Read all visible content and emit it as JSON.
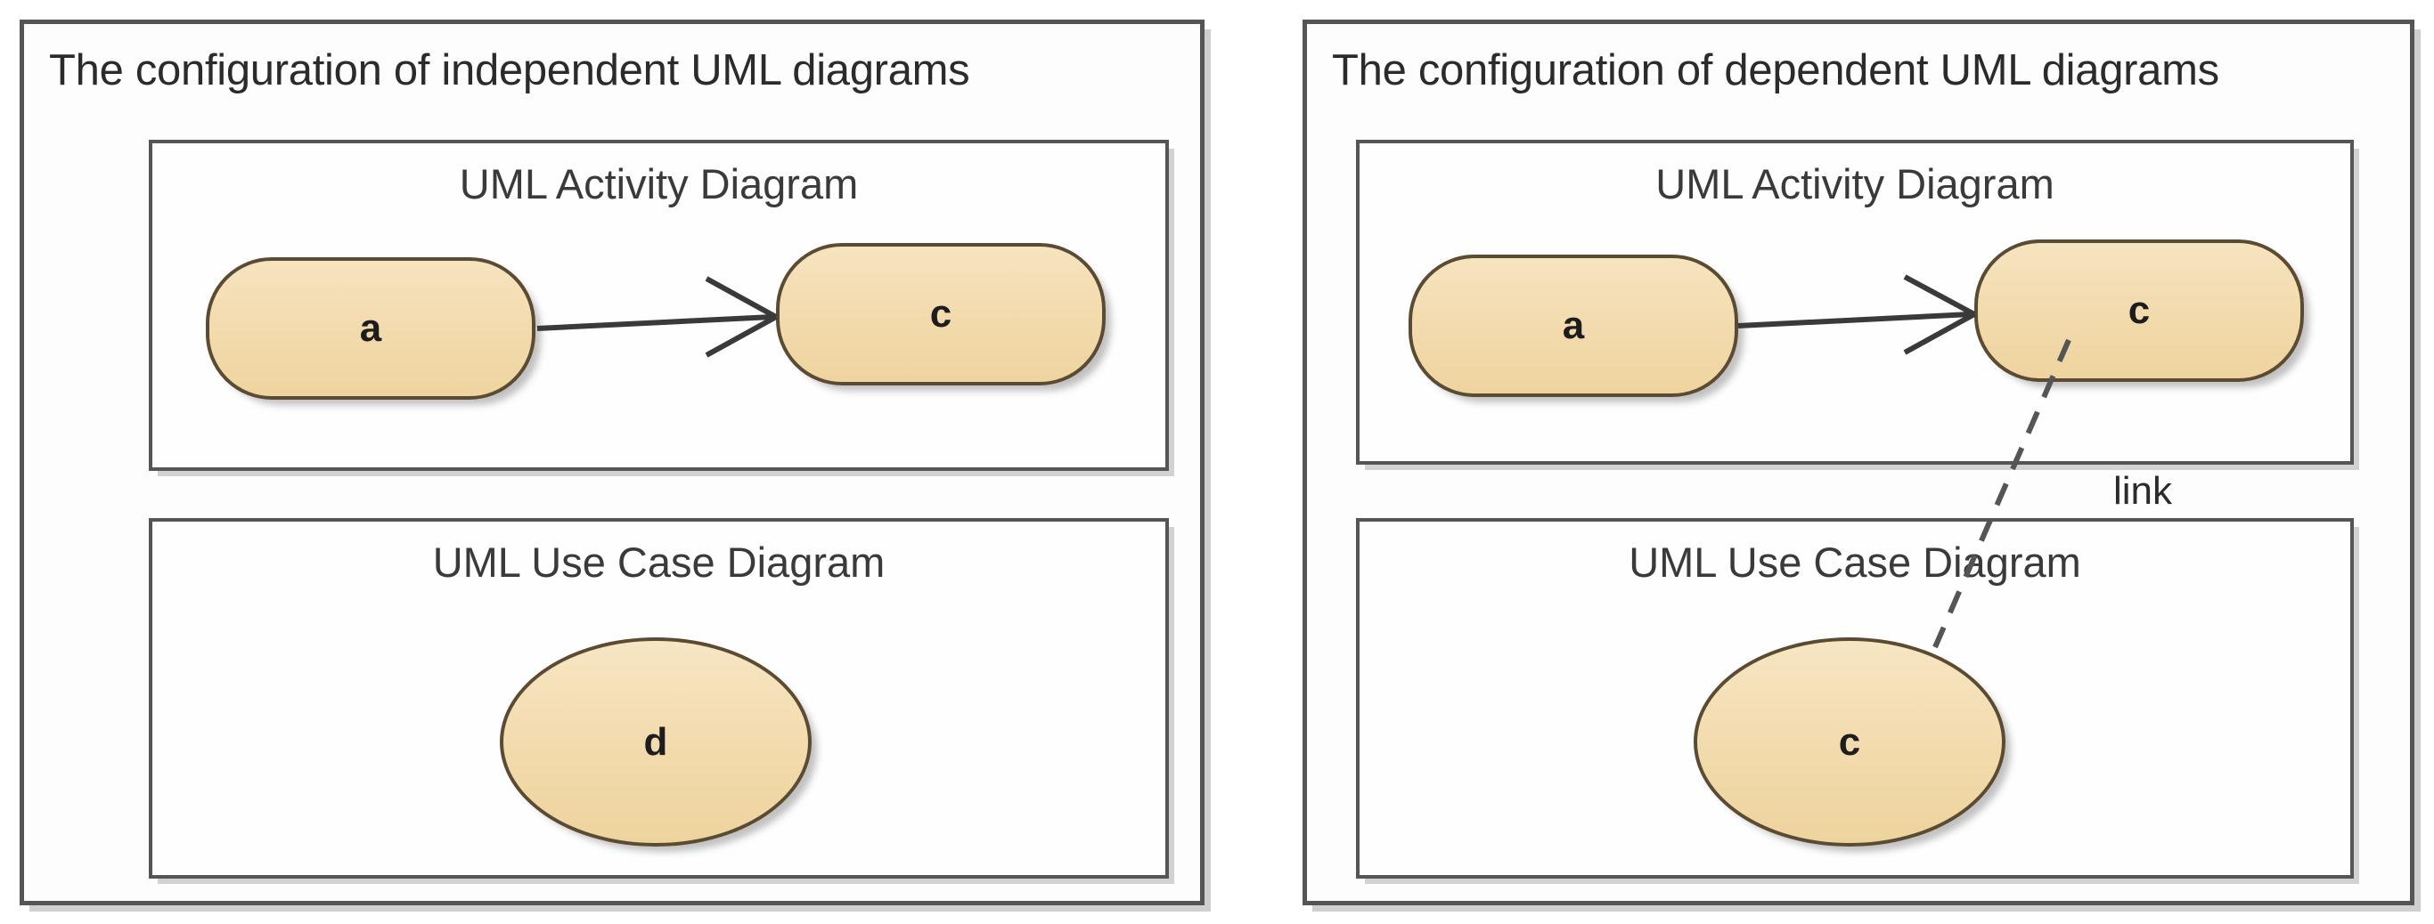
{
  "panels": [
    {
      "title": "The configuration of independent UML diagrams",
      "diagrams": [
        {
          "title": "UML Activity Diagram",
          "nodes": [
            {
              "label": "a",
              "shape": "rounded-rectangle"
            },
            {
              "label": "c",
              "shape": "rounded-rectangle"
            }
          ],
          "edges": [
            {
              "from": "a",
              "to": "c",
              "style": "solid",
              "arrow": "open",
              "label": ""
            }
          ]
        },
        {
          "title": "UML Use Case Diagram",
          "nodes": [
            {
              "label": "d",
              "shape": "ellipse"
            }
          ],
          "edges": []
        }
      ],
      "cross_diagram_links": []
    },
    {
      "title": "The configuration of dependent UML diagrams",
      "diagrams": [
        {
          "title": "UML Activity Diagram",
          "nodes": [
            {
              "label": "a",
              "shape": "rounded-rectangle"
            },
            {
              "label": "c",
              "shape": "rounded-rectangle"
            }
          ],
          "edges": [
            {
              "from": "a",
              "to": "c",
              "style": "solid",
              "arrow": "open",
              "label": ""
            }
          ]
        },
        {
          "title": "UML Use Case Diagram",
          "nodes": [
            {
              "label": "c",
              "shape": "ellipse"
            }
          ],
          "edges": []
        }
      ],
      "cross_diagram_links": [
        {
          "label": "link",
          "style": "dashed",
          "from": "activity-node-c",
          "to": "usecase-node-c"
        }
      ]
    }
  ],
  "colors": {
    "node_fill": "#f3dcb0",
    "node_border": "#5a4b32",
    "panel_border": "#555555",
    "box_border": "#555555",
    "text": "#2b2b2b",
    "background": "#ffffff"
  }
}
